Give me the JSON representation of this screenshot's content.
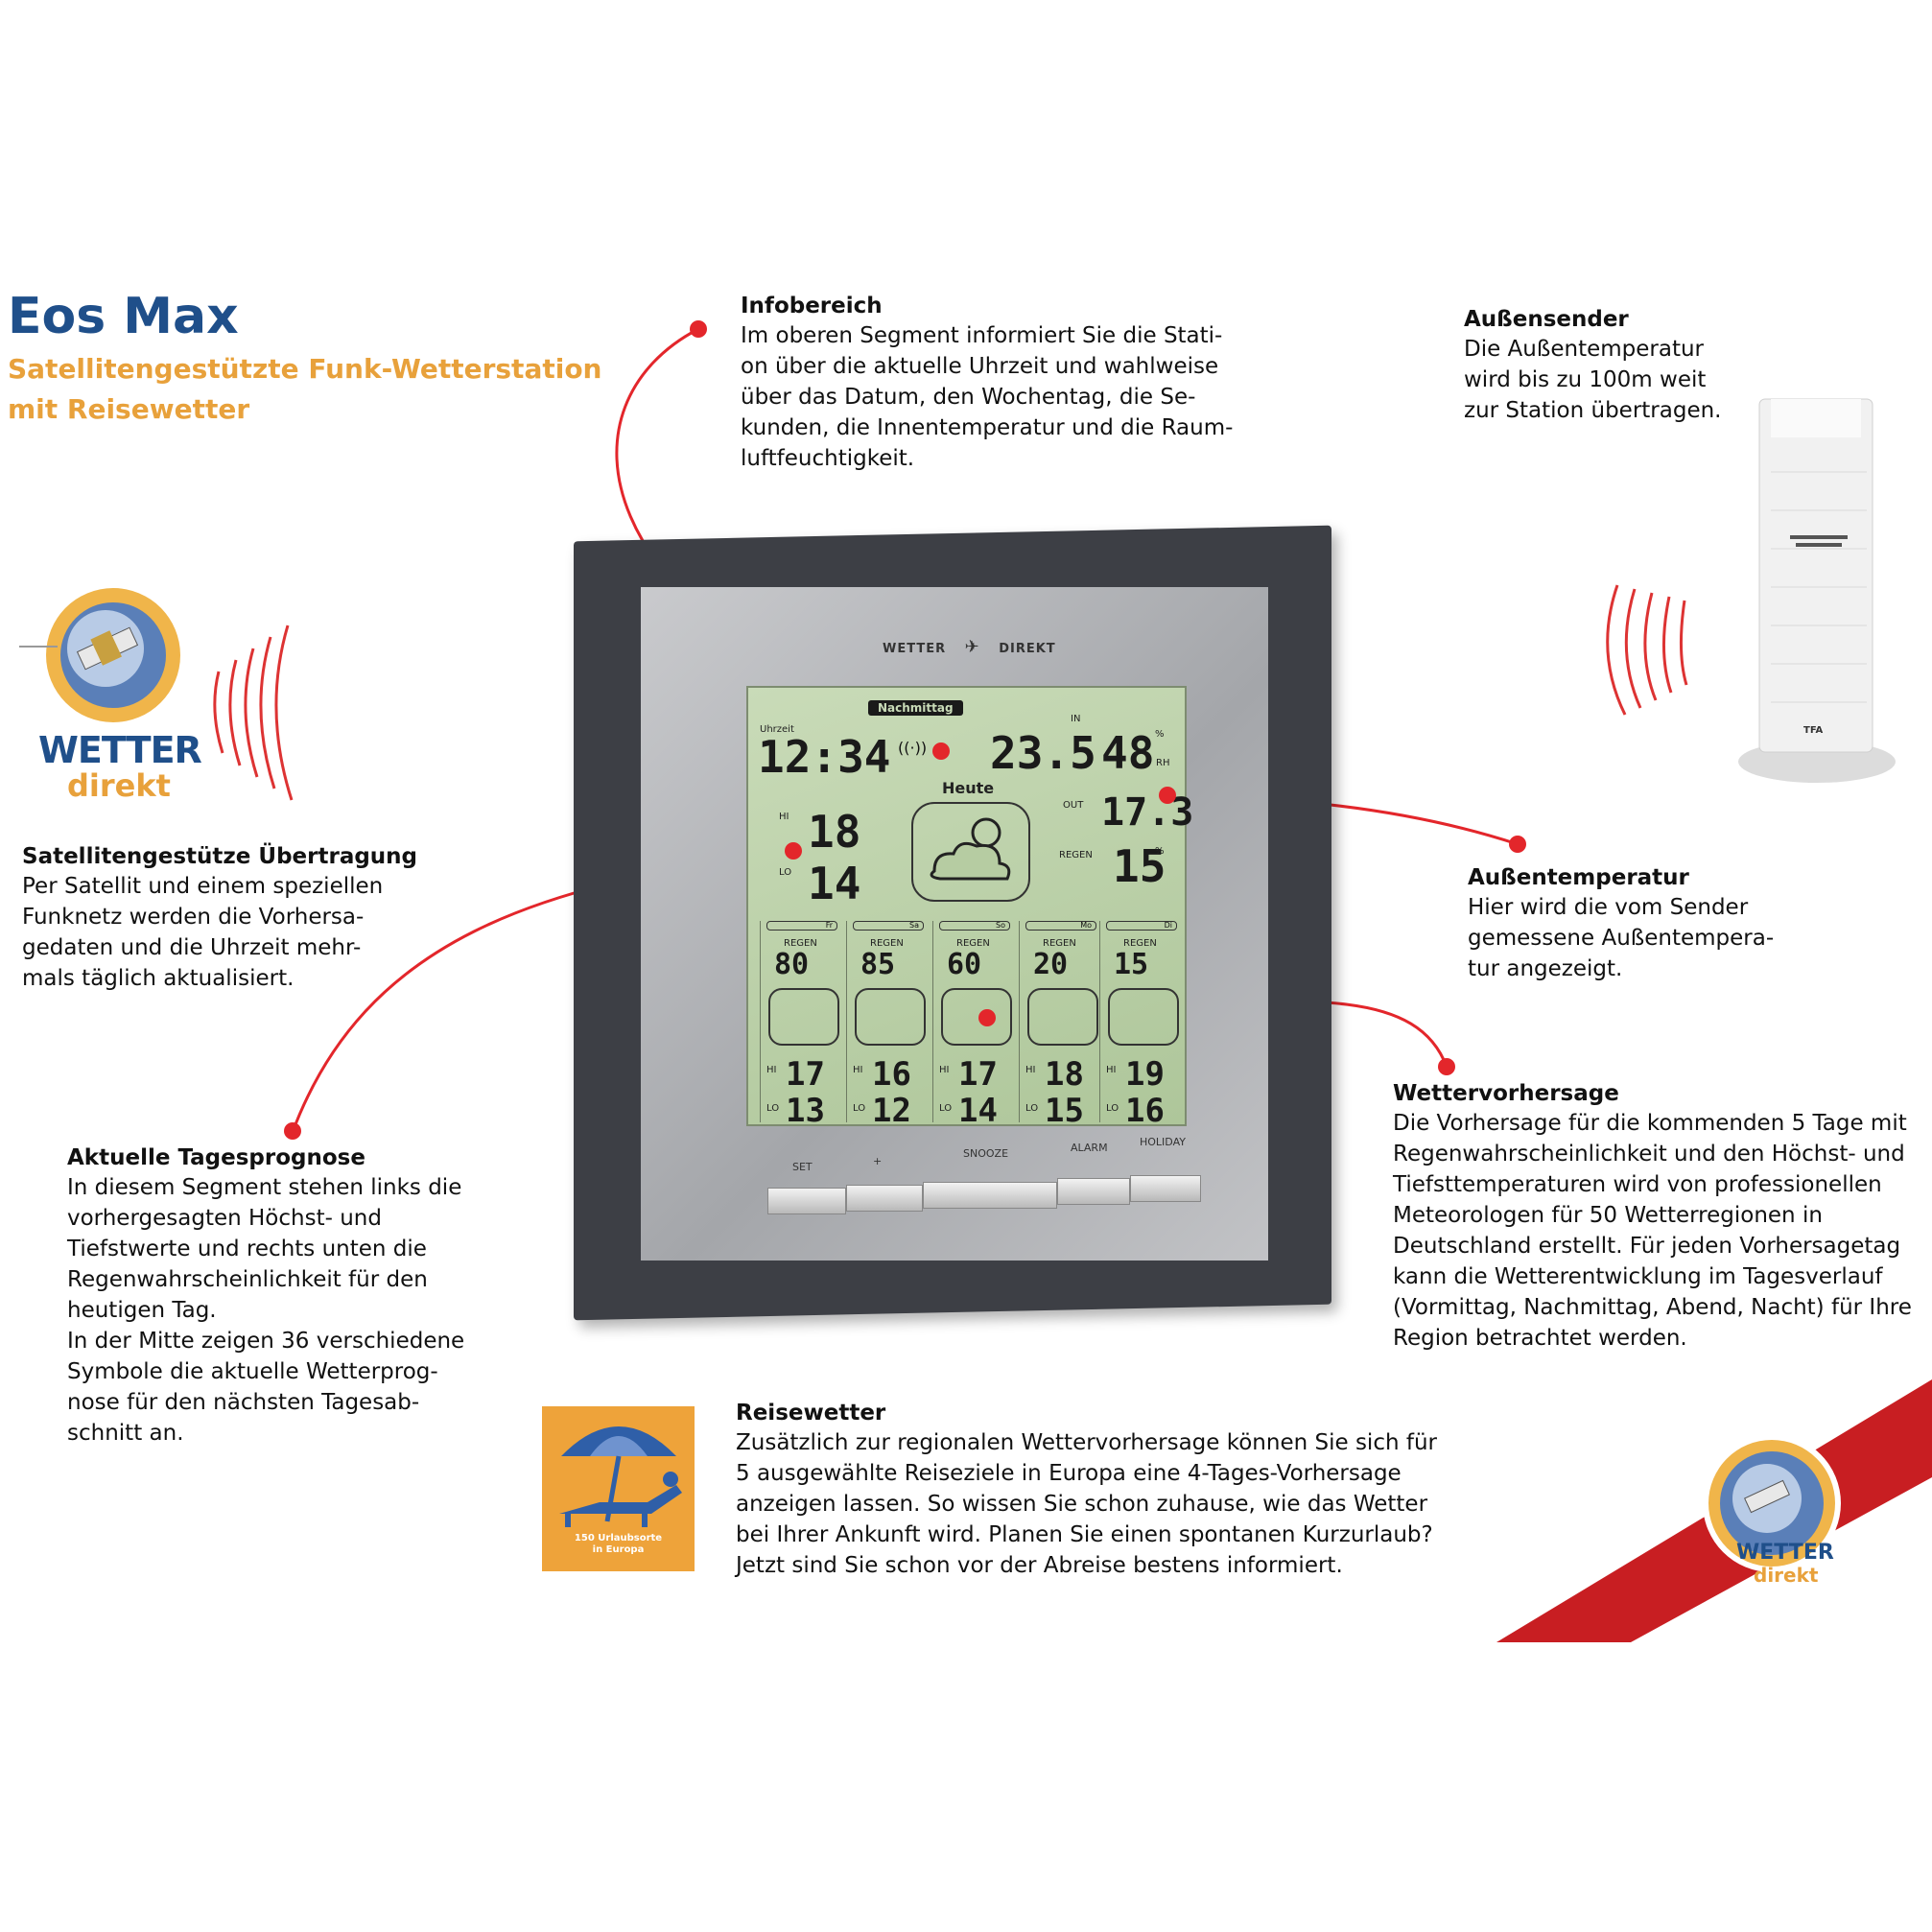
{
  "header": {
    "title": "Eos Max",
    "subtitle_line1": "Satellitengestützte Funk-Wetterstation",
    "subtitle_line2": "mit Reisewetter"
  },
  "logo": {
    "line1": "WETTER",
    "line2": "direkt"
  },
  "sections": {
    "infobereich": {
      "title": "Infobereich",
      "lines": [
        "Im oberen Segment informiert Sie die Stati-",
        "on über die aktuelle Uhrzeit und wahlweise",
        "über das Datum, den Wochentag, die Se-",
        "kunden, die Innentemperatur und die Raum-",
        "luftfeuchtigkeit."
      ]
    },
    "aussensender": {
      "title": "Außensender",
      "lines": [
        "Die Außentemperatur",
        "wird bis zu 100m weit",
        "zur Station übertragen."
      ]
    },
    "satellit": {
      "title": "Satellitengestütze Übertragung",
      "lines": [
        "Per Satellit und einem speziellen",
        "Funknetz werden die Vorhersa-",
        "gedaten und die Uhrzeit mehr-",
        "mals täglich aktualisiert."
      ]
    },
    "aussentemp": {
      "title": "Außentemperatur",
      "lines": [
        "Hier wird die vom Sender",
        "gemessene Außentempera-",
        "tur angezeigt."
      ]
    },
    "tagesprognose": {
      "title": "Aktuelle Tagesprognose",
      "lines": [
        "In diesem Segment stehen links die",
        "vorhergesagten Höchst- und",
        "Tiefstwerte und rechts unten die",
        "Regenwahrscheinlichkeit für den",
        "heutigen Tag.",
        "In der Mitte zeigen 36 verschiedene",
        "Symbole die aktuelle Wetterprog-",
        "nose für den nächsten Tagesab-",
        "schnitt an."
      ]
    },
    "wettervorhersage": {
      "title": "Wettervorhersage",
      "lines": [
        "Die Vorhersage für die kommenden 5 Tage mit",
        "Regenwahrscheinlichkeit und den Höchst- und",
        "Tiefsttemperaturen wird von professionellen",
        "Meteorologen für 50 Wetterregionen in",
        "Deutschland erstellt. Für jeden Vorhersagetag",
        "kann die Wetterentwicklung im Tagesverlauf",
        "(Vormittag, Nachmittag, Abend, Nacht) für Ihre",
        "Region betrachtet werden."
      ]
    },
    "reisewetter": {
      "title": "Reisewetter",
      "lines": [
        "Zusätzlich zur regionalen Wettervorhersage können Sie sich für",
        "5 ausgewählte Reiseziele in Europa eine 4-Tages-Vorhersage",
        "anzeigen lassen. So wissen Sie schon zuhause, wie das Wetter",
        "bei Ihrer Ankunft wird. Planen Sie einen spontanen Kurzurlaub?",
        "Jetzt sind Sie schon vor der Abreise bestens informiert."
      ],
      "icon_caption1": "150 Urlaubsorte",
      "icon_caption2": "in Europa"
    }
  },
  "device": {
    "brand_left": "WETTER",
    "brand_right": "DIREKT",
    "period": "Nachmittag",
    "uhrzeit_label": "Uhrzeit",
    "time": "12:34",
    "in_label": "IN",
    "in_temp": "23.5",
    "in_humidity": "48",
    "percent": "%",
    "rh_label": "RH",
    "heute_label": "Heute",
    "hi_label": "HI",
    "lo_label": "LO",
    "today_hi": "18",
    "today_lo": "14",
    "out_label": "OUT",
    "out_temp": "17.3",
    "regen_label": "REGEN",
    "today_regen": "15",
    "days": [
      {
        "day": "Fr",
        "regen": "80",
        "hi": "17",
        "lo": "13"
      },
      {
        "day": "Sa",
        "regen": "85",
        "hi": "16",
        "lo": "12"
      },
      {
        "day": "So",
        "regen": "60",
        "hi": "17",
        "lo": "14"
      },
      {
        "day": "Mo",
        "regen": "20",
        "hi": "18",
        "lo": "15"
      },
      {
        "day": "Di",
        "regen": "15",
        "hi": "19",
        "lo": "16"
      }
    ],
    "buttons": [
      "SET",
      "+",
      "SNOOZE",
      "ALARM",
      "HOLIDAY"
    ],
    "sensor_brand": "TFA"
  },
  "colors": {
    "title_blue": "#1f4f8a",
    "accent_orange": "#e8a13b",
    "callout_red": "#e3262b",
    "lcd_green": "#b6cca2"
  }
}
